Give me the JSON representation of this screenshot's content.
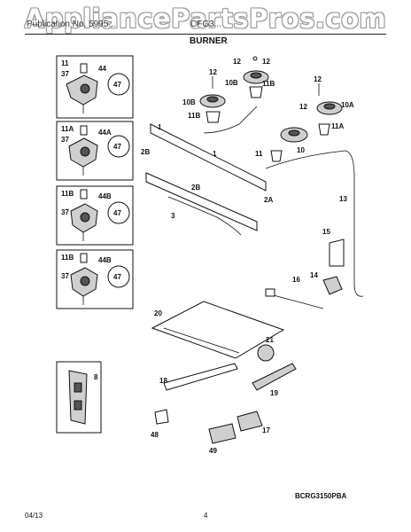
{
  "watermark": "AppliancePartsPros.com",
  "header": {
    "left_text": "Publication No. 5995...",
    "mid_text": "CFG3...",
    "title": "BURNER"
  },
  "callouts": {
    "c1": "1",
    "c2a": "2A",
    "c2b": "2B",
    "c3": "3",
    "c8": "8",
    "c10": "10",
    "c10a": "10A",
    "c10b": "10B",
    "c11": "11",
    "c11a": "11A",
    "c11b": "11B",
    "c12": "12",
    "c13": "13",
    "c14": "14",
    "c15": "15",
    "c16": "16",
    "c17": "17",
    "c18": "18",
    "c19": "19",
    "c20": "20",
    "c21": "21",
    "c37": "37",
    "c44": "44",
    "c44a": "44A",
    "c44b": "44B",
    "c47": "47",
    "c48": "48",
    "c49": "49"
  },
  "footer": {
    "doc_code": "BCRG3150PBA",
    "date": "04/13",
    "page_number": "4"
  }
}
